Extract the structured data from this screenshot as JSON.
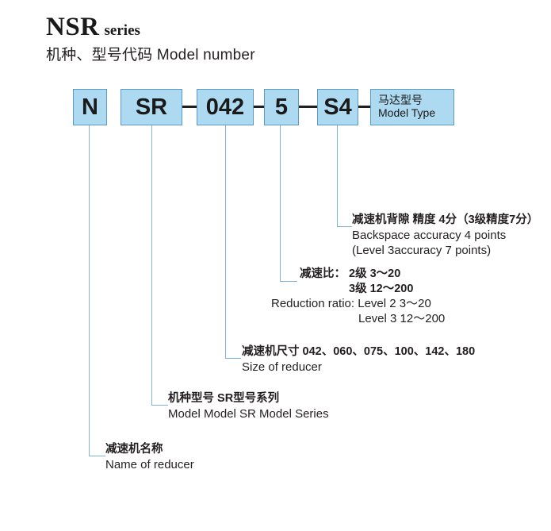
{
  "title": {
    "main": "NSR",
    "sub": "series",
    "subtitle": "机种、型号代码  Model number"
  },
  "code_boxes": [
    {
      "id": "n",
      "label": "N"
    },
    {
      "id": "sr",
      "label": "SR"
    },
    {
      "id": "042",
      "label": "042"
    },
    {
      "id": "5",
      "label": "5"
    },
    {
      "id": "s4",
      "label": "S4"
    }
  ],
  "model_type_box": {
    "cn": "马达型号",
    "en": "Model Type"
  },
  "annotations": {
    "backspace_accuracy": {
      "cn": "减速机背隙 精度 4分（3级精度7分）",
      "en_line1": "Backspace accuracy 4 points",
      "en_line2": "(Level 3accuracy 7 points)"
    },
    "reduction_ratio": {
      "cn_line1": "减速比：  2级 3～20",
      "cn_line2": "3级 12～200",
      "en_line1": "Reduction ratio: Level 2 3～20",
      "en_line2": "Level 3 12～200"
    },
    "size_of_reducer": {
      "cn": "减速机尺寸 042、060、075、100、142、180",
      "en": "Size of reducer"
    },
    "model_series": {
      "cn": "机种型号 SR型号系列",
      "en": "Model Model SR Model Series"
    },
    "name_of_reducer": {
      "cn": "减速机名称",
      "en": "Name of reducer"
    }
  },
  "colors": {
    "box_fill": "#aedaf1",
    "box_border": "#5a9bc4",
    "leader_line": "#7fb4d8",
    "connector": "#231f20",
    "text": "#231f20"
  }
}
